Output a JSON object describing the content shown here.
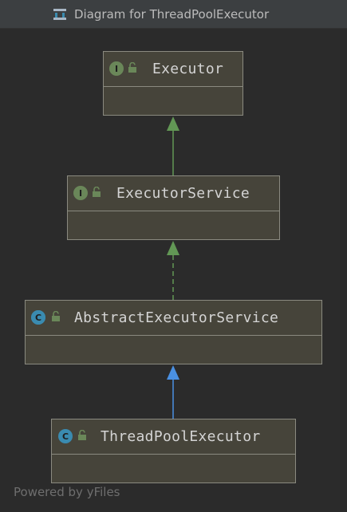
{
  "window": {
    "title": "Diagram for ThreadPoolExecutor",
    "title_icon": "class-hierarchy-icon"
  },
  "nodes": [
    {
      "id": "executor",
      "name": "Executor",
      "kind": "interface",
      "badge": "I"
    },
    {
      "id": "executor-service",
      "name": "ExecutorService",
      "kind": "interface",
      "badge": "I"
    },
    {
      "id": "abstract-executor-service",
      "name": "AbstractExecutorService",
      "kind": "abstract-class",
      "badge": "C"
    },
    {
      "id": "thread-pool-executor",
      "name": "ThreadPoolExecutor",
      "kind": "class",
      "badge": "C"
    }
  ],
  "edges": [
    {
      "from": "executor-service",
      "to": "executor",
      "type": "extends-interface",
      "color": "#629755"
    },
    {
      "from": "abstract-executor-service",
      "to": "executor-service",
      "type": "implements",
      "color": "#629755"
    },
    {
      "from": "thread-pool-executor",
      "to": "abstract-executor-service",
      "type": "extends",
      "color": "#4a90e2"
    }
  ],
  "footer": {
    "text": "Powered by yFiles"
  },
  "colors": {
    "background": "#2b2b2b",
    "node_fill": "#46443a",
    "node_border": "#8a8a80",
    "interface_badge": "#6a8759",
    "class_badge": "#3a8bb0",
    "lock": "#6a8759"
  }
}
